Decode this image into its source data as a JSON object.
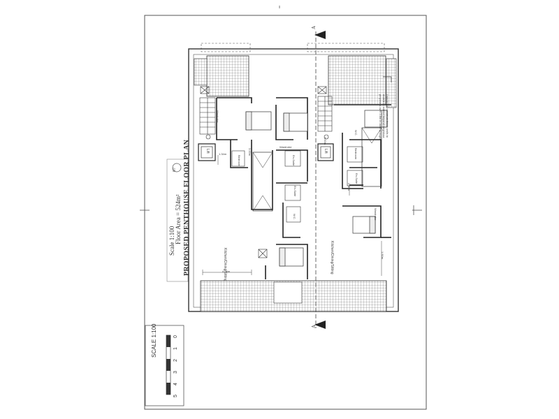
{
  "drawing": {
    "title": "PROPOSED PENTHOUSE FLOOR PLAN",
    "floor_area": "Floor Area = 524m²",
    "scale": "Scale 1:100",
    "sheet_number": "07",
    "section_marker": "A",
    "scale_bar": {
      "label": "SCALE 1:100",
      "ticks": [
        "0",
        "1",
        "2",
        "3",
        "4",
        "5"
      ]
    },
    "note": "I would not construct these walls to enable to extend beyond neighbour proposals over 2.8m in land strength",
    "room_labels": {
      "kitchen_dining_sitting_left": "Kitchen/Dining/Sitting",
      "kitchen_dining_sitting_right": "Kitchen/Dining/Sitting",
      "wardrobe_left": "Wardrobe",
      "wardrobe_top": "Wardrobe",
      "wardrobe_right": "Wardrobe",
      "bedroom_left": "Bedroom",
      "bedroom_right": "Bedroom",
      "ensuite_left": "En-Suite",
      "ensuite_mid": "En-Suite",
      "ensuite_right": "En-Suite",
      "wc_left": "W.C.",
      "wc_right": "W.C.",
      "lift_left": "Lift",
      "lift_right": "Lift"
    },
    "dimensions": {
      "d1": "1.34m",
      "d2": "4.00m",
      "d3": "3.00m",
      "d4": "2.00m",
      "d5": "1.50m",
      "d6": "3.00m"
    }
  }
}
